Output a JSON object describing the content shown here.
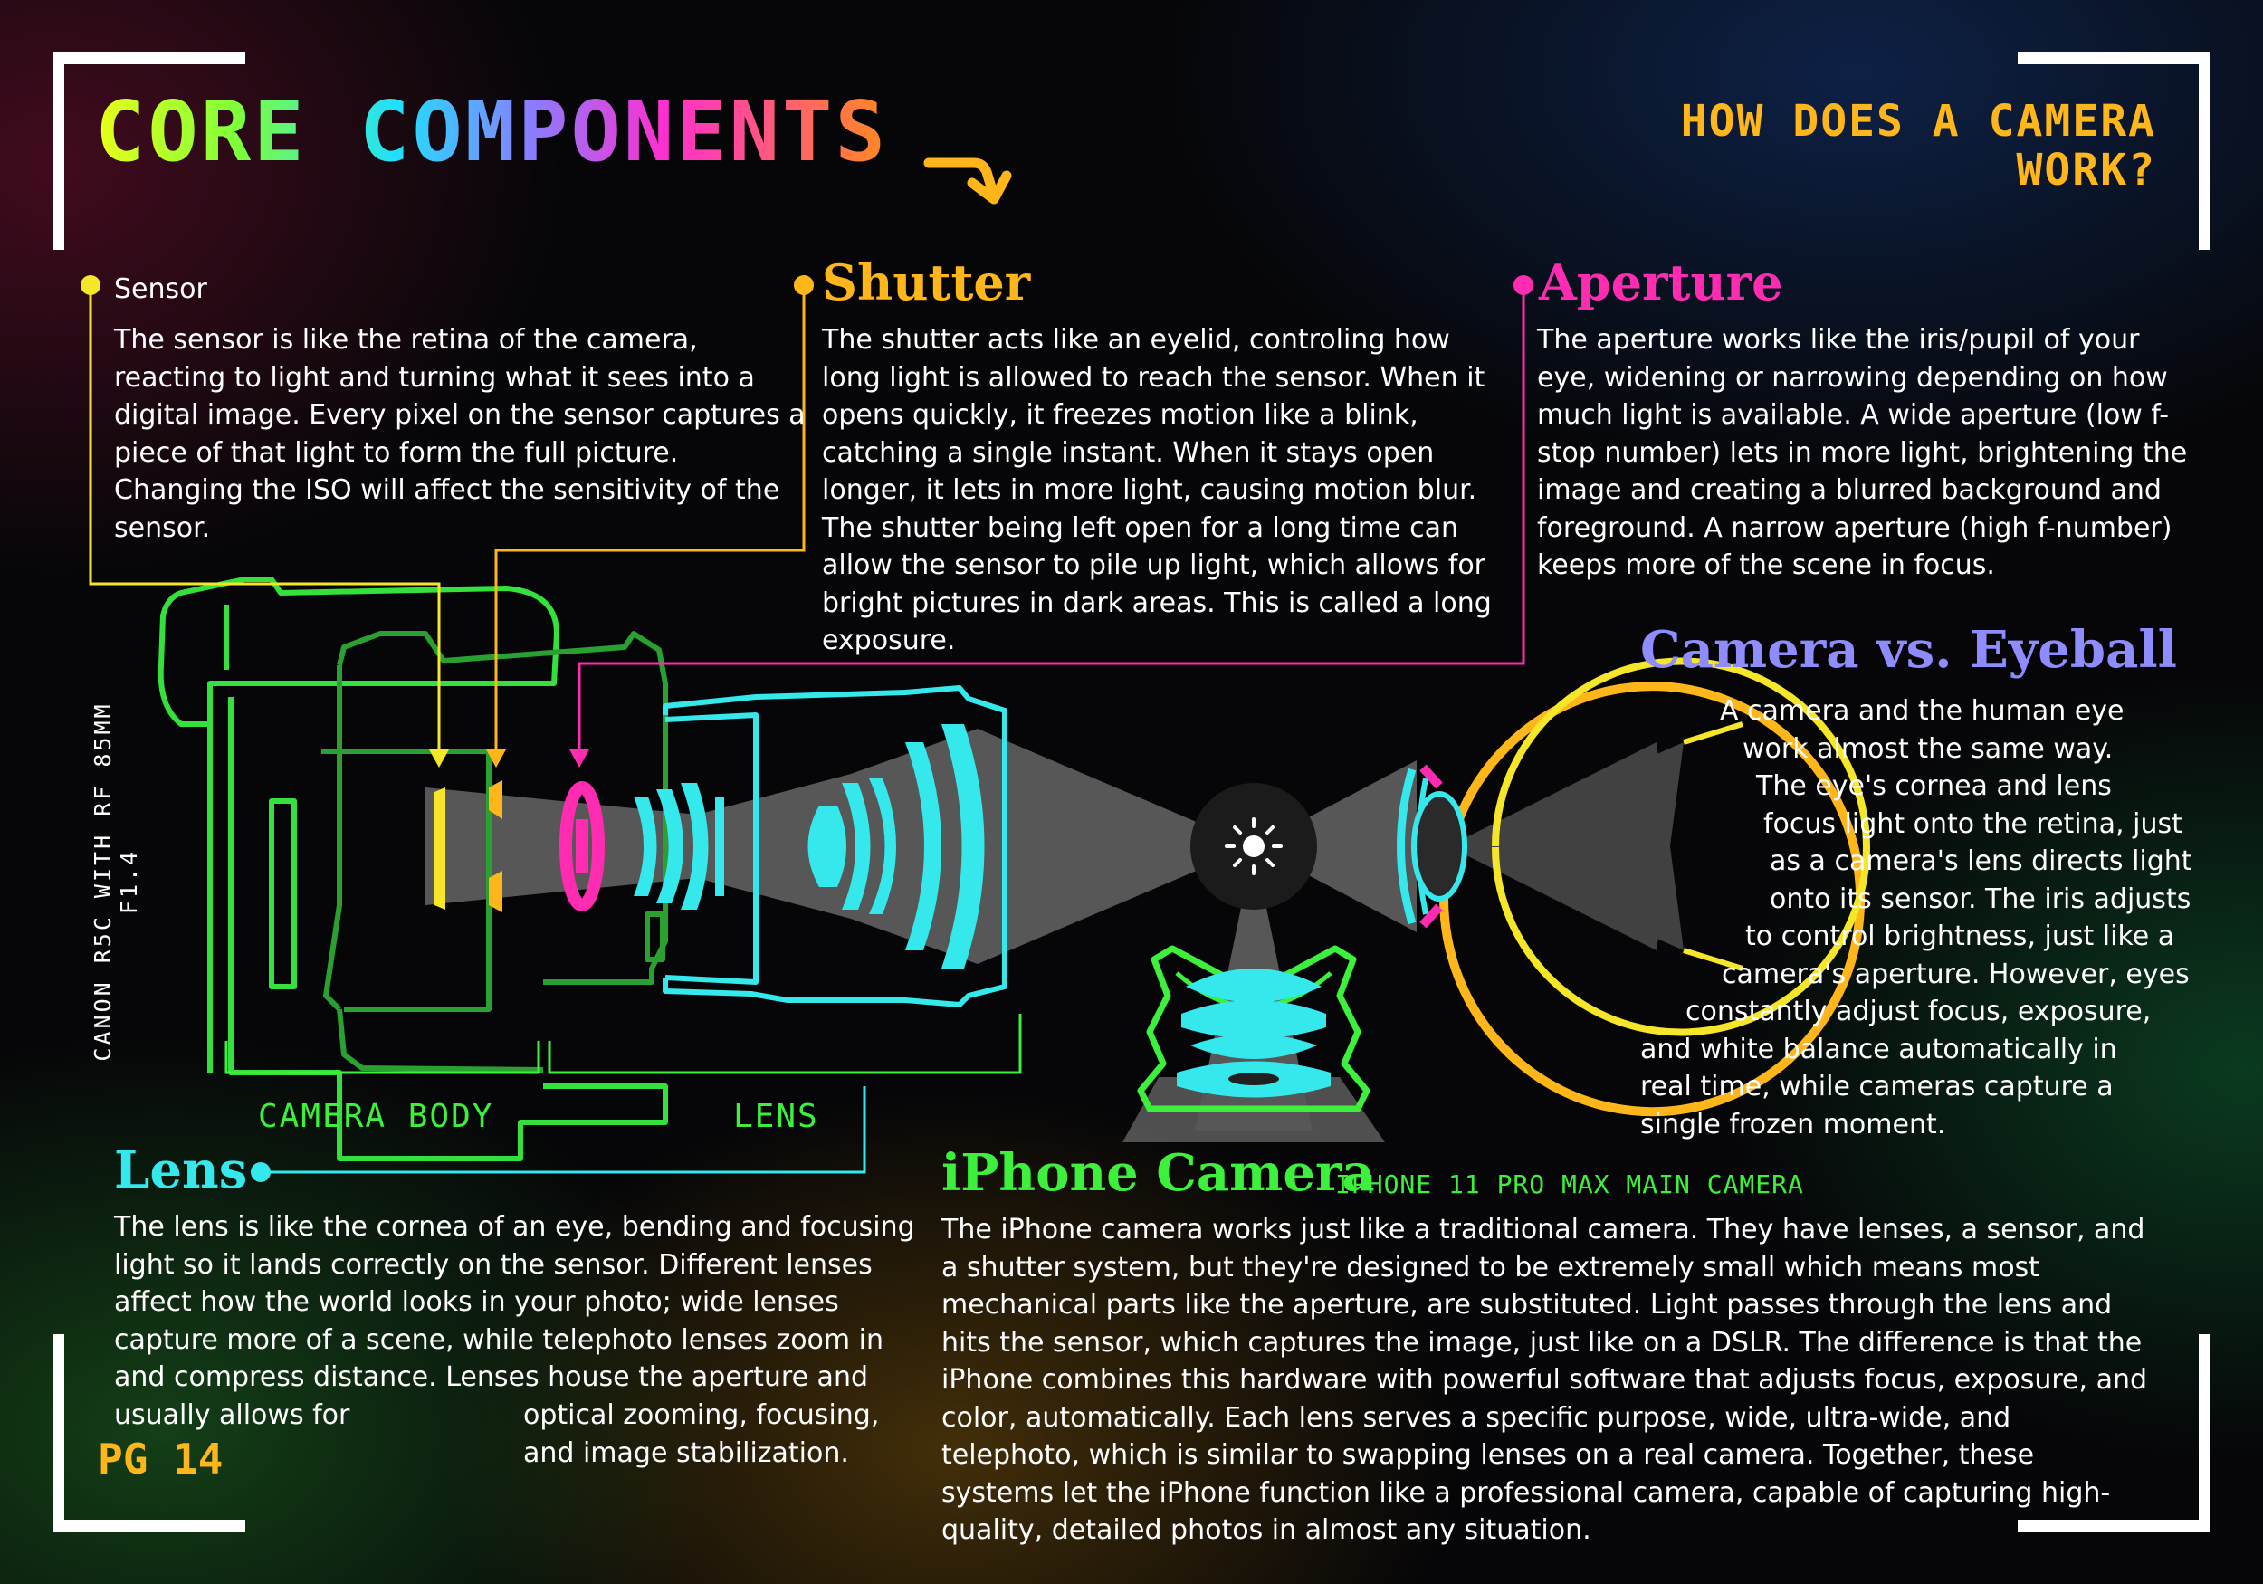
{
  "header": {
    "title": "CORE COMPONENTS",
    "subtitle_line1": "HOW DOES A CAMERA",
    "subtitle_line2": "WORK?"
  },
  "sensor": {
    "heading": "Sensor",
    "body": "The sensor is like the retina of the camera, reacting to light and turning what it sees into a digital image. Every pixel on the sensor captures a piece of that light to form the full picture. Changing the ISO will affect the sensitivity of the sensor."
  },
  "shutter": {
    "heading": "Shutter",
    "body": "The shutter acts like an eyelid, controling how long light is allowed to reach the sensor. When it opens quickly, it freezes motion like a blink, catching a single instant. When it stays open longer, it lets in more light, causing motion blur. The shutter being left open for a long time can allow the sensor to pile up light, which allows for bright pictures in dark areas. This is called a long exposure."
  },
  "aperture": {
    "heading": "Aperture",
    "body": "The aperture works like the iris/pupil of your eye, widening or narrowing depending on how much light is available. A wide aperture (low f-stop number) lets in more light, brightening the image and creating a blurred background and foreground. A narrow aperture (high f-number) keeps more of the scene in focus."
  },
  "camera_vs_eye": {
    "heading": "Camera vs. Eyeball",
    "lines": [
      "A camera and the human eye",
      "work almost the same way.",
      "The eye's cornea and lens",
      "focus light onto the retina, just",
      "as a camera's lens directs light",
      "onto its sensor. The iris adjusts",
      "to control brightness, just like a",
      "camera's aperture. However, eyes",
      "constantly adjust focus, exposure,",
      "and white balance automatically in",
      "real time, while cameras capture a",
      "single frozen moment."
    ]
  },
  "lens": {
    "heading": "Lens",
    "body": "The lens is like the cornea of an eye, bending and focusing light so it lands correctly on the sensor. Different lenses affect how the world looks in your photo; wide lenses capture more of a scene, while telephoto lenses zoom in and compress distance. Lenses house the aperture and usually allows for",
    "body_end": "optical zooming, focusing, and image stabilization."
  },
  "iphone": {
    "heading": "iPhone Camera",
    "sublabel": "IPHONE 11 PRO MAX MAIN CAMERA",
    "body": "The iPhone camera works just like a traditional camera. They have lenses, a sensor, and a shutter system, but they're designed to be extremely small which means most mechanical parts like the aperture, are substituted. Light passes through the lens and hits the sensor, which captures the image, just like on a DSLR. The difference is that the iPhone combines this hardware with powerful software that adjusts focus, exposure, and color, automatically. Each lens serves a specific purpose, wide, ultra-wide, and telephoto, which is similar to swapping lenses on a real camera. Together, these systems let the iPhone function like a professional camera, capable of capturing high-quality, detailed photos in almost any situation."
  },
  "diagram": {
    "camera_model": "CANON R5C WITH RF 85MM F1.4",
    "camera_body_label": "CAMERA BODY",
    "lens_label": "LENS"
  },
  "footer": {
    "page_number": "PG 14"
  },
  "colors": {
    "sensor": "#f5e62a",
    "shutter": "#ffb61a",
    "aperture": "#ff2bb0",
    "lens": "#35e8ec",
    "body": "#33e03c",
    "iphone": "#3cf03c",
    "eye_heading": "#8f8cff",
    "eye_ring": "#ffb61a",
    "label_green": "#3cf03c"
  }
}
